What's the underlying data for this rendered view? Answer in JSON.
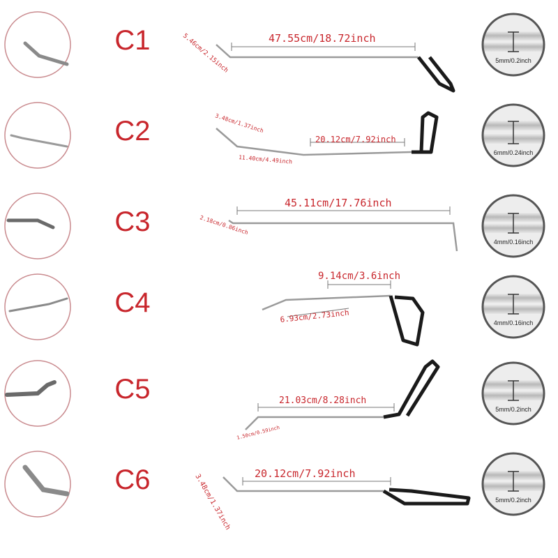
{
  "items": [
    {
      "code": "C1",
      "length_label": "47.55cm/18.72inch",
      "tip_label": "5.46cm/2.15inch",
      "gauge_label": "5mm/0.2inch"
    },
    {
      "code": "C2",
      "length_label": "20.12cm/7.92inch",
      "tip_label": "3.48cm/1.37inch",
      "mid_label": "11.40cm/4.49inch",
      "gauge_label": "6mm/0.24inch"
    },
    {
      "code": "C3",
      "length_label": "45.11cm/17.76inch",
      "tip_label": "2.18cm/0.86inch",
      "gauge_label": "4mm/0.16inch"
    },
    {
      "code": "C4",
      "length_label": "9.14cm/3.6inch",
      "tip_label": "6.93cm/2.73inch",
      "gauge_label": "4mm/0.16inch"
    },
    {
      "code": "C5",
      "length_label": "21.03cm/8.28inch",
      "tip_label": "1.50cm/0.59inch",
      "gauge_label": "5mm/0.2inch"
    },
    {
      "code": "C6",
      "length_label": "20.12cm/7.92inch",
      "tip_label": "3.48cm/1.37inch",
      "gauge_label": "5mm/0.2inch"
    }
  ],
  "colors": {
    "accent": "#c8262c",
    "rod": "#9a9a9a",
    "handle": "#1a1a1a",
    "circle": "#c98a8e"
  }
}
